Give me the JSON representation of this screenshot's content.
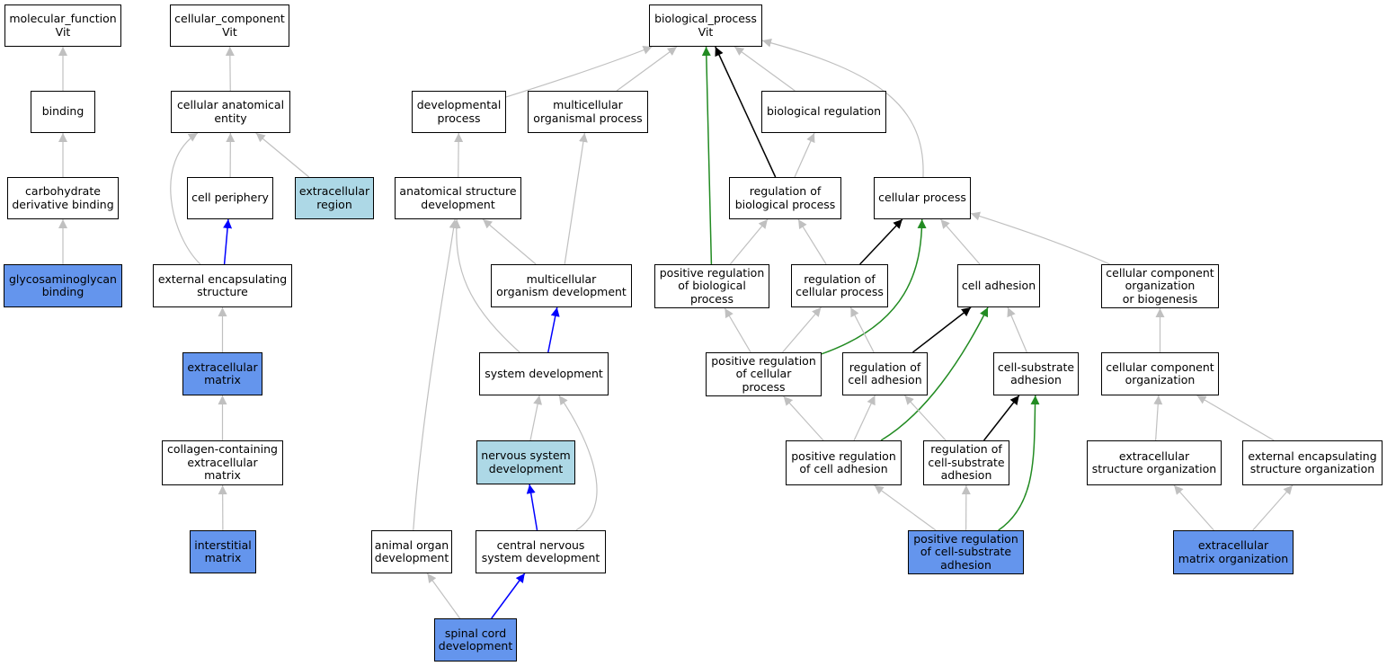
{
  "colors": {
    "gray": "#c0c0c0",
    "black": "#000000",
    "green": "#228b22",
    "blue": "#0000ff",
    "node_blue": "#6495ed",
    "node_lightblue": "#add8e6"
  },
  "nodes": [
    {
      "id": "mf",
      "label": "molecular_function\nVit",
      "fill": "white"
    },
    {
      "id": "cc",
      "label": "cellular_component\nVit",
      "fill": "white"
    },
    {
      "id": "bp",
      "label": "biological_process\nVit",
      "fill": "white"
    },
    {
      "id": "binding",
      "label": "binding",
      "fill": "white"
    },
    {
      "id": "cae",
      "label": "cellular anatomical\nentity",
      "fill": "white"
    },
    {
      "id": "devproc",
      "label": "developmental\nprocess",
      "fill": "white"
    },
    {
      "id": "mop",
      "label": "multicellular\norganismal process",
      "fill": "white"
    },
    {
      "id": "bioreg",
      "label": "biological regulation",
      "fill": "white"
    },
    {
      "id": "cdb",
      "label": "carbohydrate\nderivative binding",
      "fill": "white"
    },
    {
      "id": "cellper",
      "label": "cell periphery",
      "fill": "white"
    },
    {
      "id": "extreg",
      "label": "extracellular\nregion",
      "fill": "lightblue"
    },
    {
      "id": "asd",
      "label": "anatomical structure\ndevelopment",
      "fill": "white"
    },
    {
      "id": "regbp",
      "label": "regulation of\nbiological process",
      "fill": "white"
    },
    {
      "id": "cellproc",
      "label": "cellular process",
      "fill": "white"
    },
    {
      "id": "gagb",
      "label": "glycosaminoglycan\nbinding",
      "fill": "blue"
    },
    {
      "id": "ees",
      "label": "external encapsulating\nstructure",
      "fill": "white"
    },
    {
      "id": "mod",
      "label": "multicellular\norganism development",
      "fill": "white"
    },
    {
      "id": "posregbp",
      "label": "positive regulation\nof biological\nprocess",
      "fill": "white"
    },
    {
      "id": "regcp",
      "label": "regulation of\ncellular process",
      "fill": "white"
    },
    {
      "id": "celladh",
      "label": "cell adhesion",
      "fill": "white"
    },
    {
      "id": "ccob",
      "label": "cellular component\norganization\nor biogenesis",
      "fill": "white"
    },
    {
      "id": "ecm",
      "label": "extracellular\nmatrix",
      "fill": "blue"
    },
    {
      "id": "sysdev",
      "label": "system development",
      "fill": "white"
    },
    {
      "id": "posregcp",
      "label": "positive regulation\nof cellular\nprocess",
      "fill": "white"
    },
    {
      "id": "regca",
      "label": "regulation of\ncell adhesion",
      "fill": "white"
    },
    {
      "id": "csa",
      "label": "cell-substrate\nadhesion",
      "fill": "white"
    },
    {
      "id": "cco",
      "label": "cellular component\norganization",
      "fill": "white"
    },
    {
      "id": "ccecm",
      "label": "collagen-containing\nextracellular\nmatrix",
      "fill": "white"
    },
    {
      "id": "nsd",
      "label": "nervous system\ndevelopment",
      "fill": "lightblue"
    },
    {
      "id": "posregca",
      "label": "positive regulation\nof cell adhesion",
      "fill": "white"
    },
    {
      "id": "regcsa",
      "label": "regulation of\ncell-substrate\nadhesion",
      "fill": "white"
    },
    {
      "id": "eso",
      "label": "extracellular\nstructure organization",
      "fill": "white"
    },
    {
      "id": "eeso",
      "label": "external encapsulating\nstructure organization",
      "fill": "white"
    },
    {
      "id": "imatrix",
      "label": "interstitial\nmatrix",
      "fill": "blue"
    },
    {
      "id": "aod",
      "label": "animal organ\ndevelopment",
      "fill": "white"
    },
    {
      "id": "cnsd",
      "label": "central nervous\nsystem development",
      "fill": "white"
    },
    {
      "id": "posregcsa",
      "label": "positive regulation\nof cell-substrate\nadhesion",
      "fill": "blue"
    },
    {
      "id": "ecmorg",
      "label": "extracellular\nmatrix organization",
      "fill": "blue"
    },
    {
      "id": "scd",
      "label": "spinal cord\ndevelopment",
      "fill": "blue"
    }
  ],
  "edges": [
    {
      "from": "binding",
      "to": "mf",
      "color": "gray"
    },
    {
      "from": "cdb",
      "to": "binding",
      "color": "gray"
    },
    {
      "from": "gagb",
      "to": "cdb",
      "color": "gray"
    },
    {
      "from": "cae",
      "to": "cc",
      "color": "gray"
    },
    {
      "from": "cellper",
      "to": "cae",
      "color": "gray"
    },
    {
      "from": "extreg",
      "to": "cae",
      "color": "gray"
    },
    {
      "from": "ees",
      "to": "cae",
      "color": "gray"
    },
    {
      "from": "ees",
      "to": "cellper",
      "color": "blue"
    },
    {
      "from": "ecm",
      "to": "ees",
      "color": "gray"
    },
    {
      "from": "ccecm",
      "to": "ecm",
      "color": "gray"
    },
    {
      "from": "imatrix",
      "to": "ccecm",
      "color": "gray"
    },
    {
      "from": "devproc",
      "to": "bp",
      "color": "gray"
    },
    {
      "from": "mop",
      "to": "bp",
      "color": "gray"
    },
    {
      "from": "bioreg",
      "to": "bp",
      "color": "gray"
    },
    {
      "from": "cellproc",
      "to": "bp",
      "color": "gray"
    },
    {
      "from": "regbp",
      "to": "bp",
      "color": "black"
    },
    {
      "from": "posregbp",
      "to": "bp",
      "color": "green"
    },
    {
      "from": "asd",
      "to": "devproc",
      "color": "gray"
    },
    {
      "from": "mod",
      "to": "asd",
      "color": "gray"
    },
    {
      "from": "mod",
      "to": "mop",
      "color": "gray"
    },
    {
      "from": "sysdev",
      "to": "asd",
      "color": "gray"
    },
    {
      "from": "sysdev",
      "to": "mod",
      "color": "blue"
    },
    {
      "from": "aod",
      "to": "asd",
      "color": "gray"
    },
    {
      "from": "nsd",
      "to": "sysdev",
      "color": "gray"
    },
    {
      "from": "cnsd",
      "to": "sysdev",
      "color": "gray"
    },
    {
      "from": "cnsd",
      "to": "nsd",
      "color": "blue"
    },
    {
      "from": "scd",
      "to": "aod",
      "color": "gray"
    },
    {
      "from": "scd",
      "to": "cnsd",
      "color": "blue"
    },
    {
      "from": "regbp",
      "to": "bioreg",
      "color": "gray"
    },
    {
      "from": "posregbp",
      "to": "regbp",
      "color": "gray"
    },
    {
      "from": "regcp",
      "to": "regbp",
      "color": "gray"
    },
    {
      "from": "regcp",
      "to": "cellproc",
      "color": "black"
    },
    {
      "from": "posregcp",
      "to": "posregbp",
      "color": "gray"
    },
    {
      "from": "posregcp",
      "to": "regcp",
      "color": "gray"
    },
    {
      "from": "posregcp",
      "to": "cellproc",
      "color": "green"
    },
    {
      "from": "celladh",
      "to": "cellproc",
      "color": "gray"
    },
    {
      "from": "ccob",
      "to": "cellproc",
      "color": "gray"
    },
    {
      "from": "regca",
      "to": "regcp",
      "color": "gray"
    },
    {
      "from": "regca",
      "to": "celladh",
      "color": "black"
    },
    {
      "from": "csa",
      "to": "celladh",
      "color": "gray"
    },
    {
      "from": "posregca",
      "to": "posregcp",
      "color": "gray"
    },
    {
      "from": "posregca",
      "to": "regca",
      "color": "gray"
    },
    {
      "from": "posregca",
      "to": "celladh",
      "color": "green"
    },
    {
      "from": "regcsa",
      "to": "regca",
      "color": "gray"
    },
    {
      "from": "regcsa",
      "to": "csa",
      "color": "black"
    },
    {
      "from": "posregcsa",
      "to": "posregca",
      "color": "gray"
    },
    {
      "from": "posregcsa",
      "to": "regcsa",
      "color": "gray"
    },
    {
      "from": "posregcsa",
      "to": "csa",
      "color": "green"
    },
    {
      "from": "cco",
      "to": "ccob",
      "color": "gray"
    },
    {
      "from": "eso",
      "to": "cco",
      "color": "gray"
    },
    {
      "from": "eeso",
      "to": "cco",
      "color": "gray"
    },
    {
      "from": "ecmorg",
      "to": "eso",
      "color": "gray"
    },
    {
      "from": "ecmorg",
      "to": "eeso",
      "color": "gray"
    }
  ]
}
